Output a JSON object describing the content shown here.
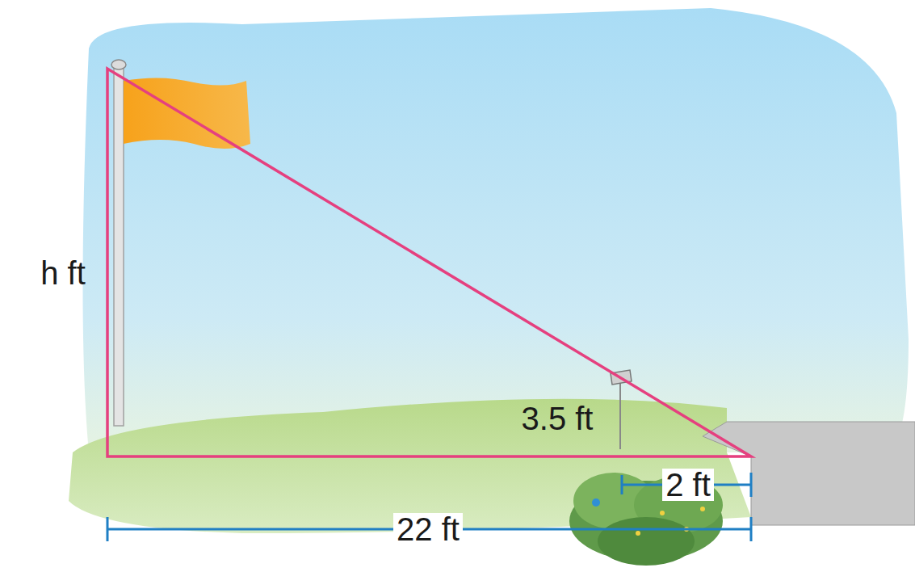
{
  "diagram": {
    "labels": [
      "h ft",
      "3.5 ft",
      "2 ft",
      "22 ft"
    ]
  }
}
